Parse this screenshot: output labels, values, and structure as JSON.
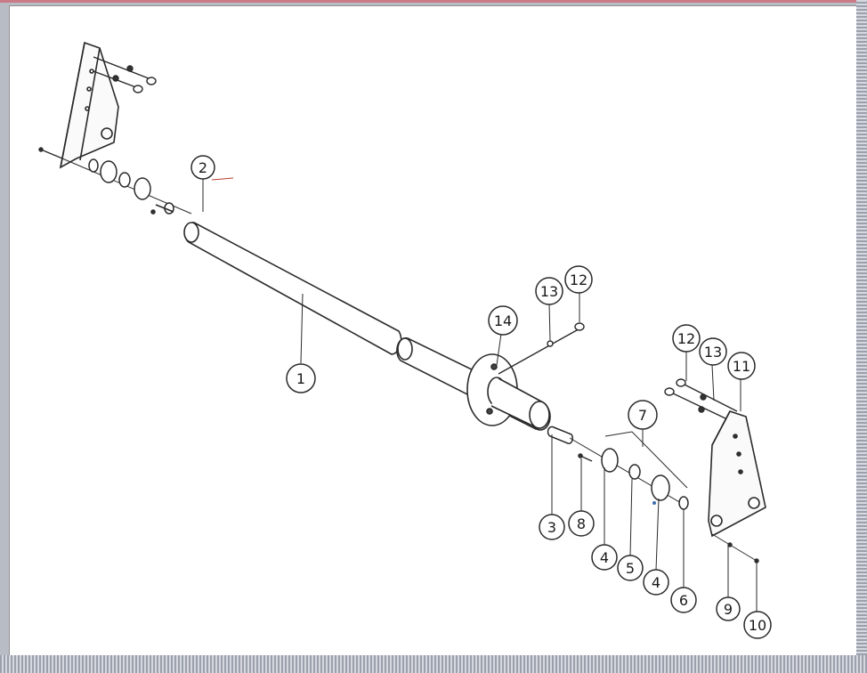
{
  "callouts": [
    {
      "id": "c1",
      "label": "1"
    },
    {
      "id": "c2",
      "label": "2"
    },
    {
      "id": "c3",
      "label": "3"
    },
    {
      "id": "c8",
      "label": "8"
    },
    {
      "id": "c4a",
      "label": "4"
    },
    {
      "id": "c5",
      "label": "5"
    },
    {
      "id": "c4b",
      "label": "4"
    },
    {
      "id": "c6",
      "label": "6"
    },
    {
      "id": "c7",
      "label": "7"
    },
    {
      "id": "c9",
      "label": "9"
    },
    {
      "id": "c10",
      "label": "10"
    },
    {
      "id": "c11",
      "label": "11"
    },
    {
      "id": "c12a",
      "label": "12"
    },
    {
      "id": "c13a",
      "label": "13"
    },
    {
      "id": "c12b",
      "label": "12"
    },
    {
      "id": "c13b",
      "label": "13"
    },
    {
      "id": "c14",
      "label": "14"
    }
  ],
  "colors": {
    "line": "#2a2a2a",
    "accent_line": "#c0392b",
    "paper": "#ffffff",
    "frame_hatch": "#9aa0ad"
  }
}
